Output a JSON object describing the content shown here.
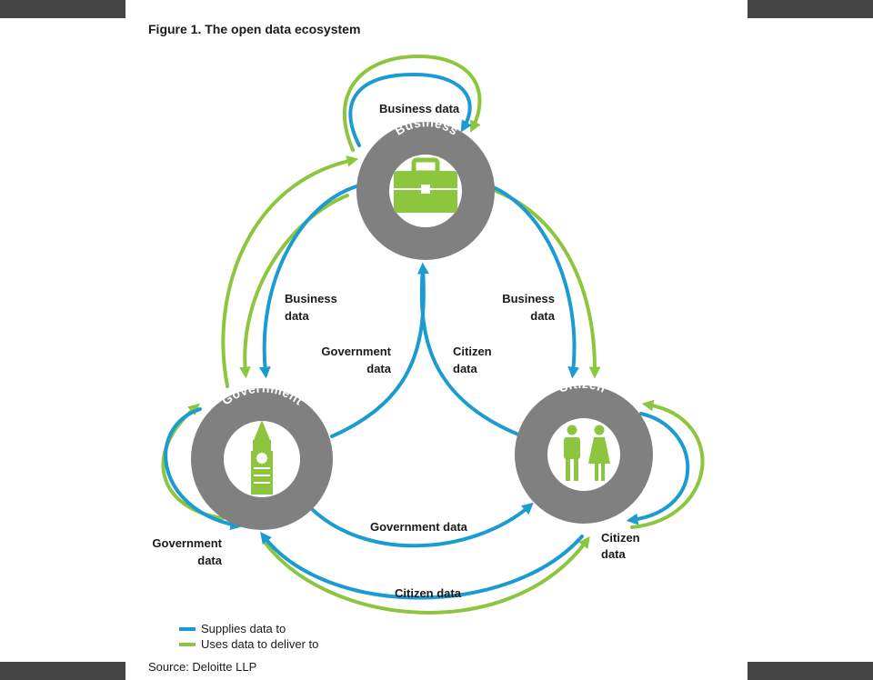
{
  "title": "Figure 1. The open data ecosystem",
  "nodes": {
    "business": {
      "label": "Business"
    },
    "government": {
      "label": "Government"
    },
    "citizen": {
      "label": "Citizen"
    }
  },
  "flows": {
    "business_self": "Business data",
    "business_to_government": [
      "Business",
      "data"
    ],
    "business_to_citizen": [
      "Business",
      "data"
    ],
    "government_to_business": [
      "Government",
      "data"
    ],
    "citizen_to_business": [
      "Citizen",
      "data"
    ],
    "government_to_citizen": "Government data",
    "citizen_to_government": "Citizen data",
    "government_self": [
      "Government",
      "data"
    ],
    "citizen_self": [
      "Citizen",
      "data"
    ]
  },
  "legend": {
    "supplies": {
      "label": "Supplies data to",
      "color": "#1b9bd1"
    },
    "uses": {
      "label": "Uses data to deliver to",
      "color": "#8cc63f"
    }
  },
  "source": "Source: Deloitte LLP",
  "colors": {
    "ring": "#808080",
    "icon": "#8cc63f",
    "blue": "#1b9bd1",
    "green": "#8cc63f"
  },
  "icons": {
    "business": "briefcase-icon",
    "government": "big-ben-icon",
    "citizen": "people-icon"
  }
}
